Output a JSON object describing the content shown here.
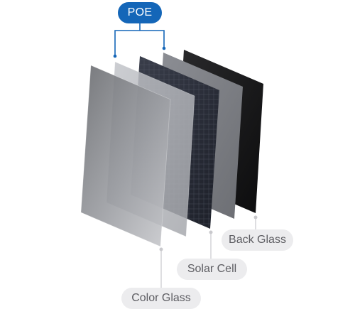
{
  "badge": {
    "label": "POE",
    "color": "#1466b8"
  },
  "labels": {
    "back_glass": "Back Glass",
    "solar_cell": "Solar Cell",
    "color_glass": "Color Glass"
  },
  "colors": {
    "connector": "#1466b8",
    "leader": "#c9c9cd",
    "label_bg": "#ececee",
    "label_text": "#5d5d62"
  }
}
